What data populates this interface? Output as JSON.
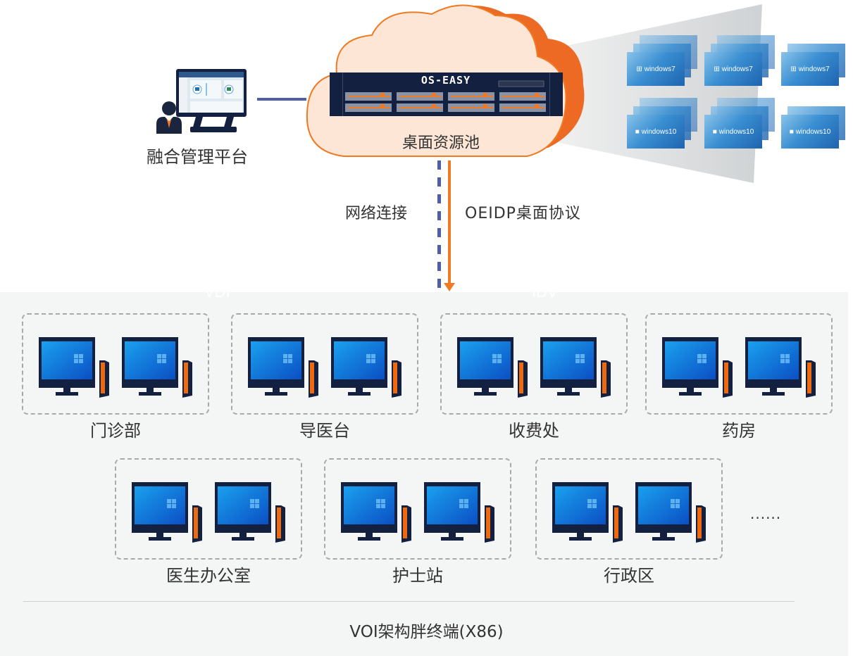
{
  "management": {
    "label": "融合管理平台",
    "icon": "admin-monitor-icon"
  },
  "cloud": {
    "label": "桌面资源池",
    "server_brand": "OS-EASY",
    "fill": "#fde6d6",
    "accent": "#ec6a24"
  },
  "vm_images": [
    {
      "label": "windows7",
      "icon": "windows7-logo-icon"
    },
    {
      "label": "windows7",
      "icon": "windows7-logo-icon"
    },
    {
      "label": "windows7",
      "icon": "windows7-logo-icon"
    },
    {
      "label": "windows10",
      "icon": "windows10-logo-icon"
    },
    {
      "label": "windows10",
      "icon": "windows10-logo-icon"
    },
    {
      "label": "windows10",
      "icon": "windows10-logo-icon"
    }
  ],
  "connections": {
    "network_label": "网络连接",
    "protocol_label": "OEIDP桌面协议",
    "network_color": "#4e5fa8",
    "protocol_color": "#ef7a22"
  },
  "faint_labels": {
    "left": "VDI",
    "right": "IDV"
  },
  "zones": [
    {
      "label": "门诊部"
    },
    {
      "label": "导医台"
    },
    {
      "label": "收费处"
    },
    {
      "label": "药房"
    },
    {
      "label": "医生办公室"
    },
    {
      "label": "护士站"
    },
    {
      "label": "行政区"
    }
  ],
  "more": "......",
  "footer": "VOI架构胖终端(X86)"
}
